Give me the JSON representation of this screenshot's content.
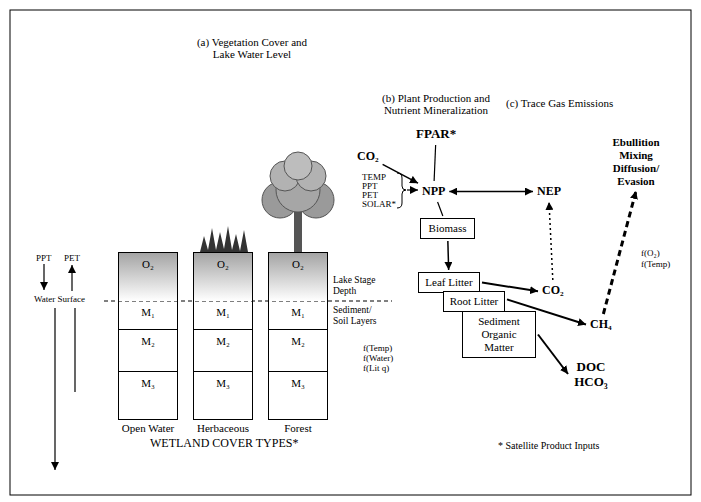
{
  "diagram": {
    "nodes": [
      {
        "text": [
          "Open Water"
        ]
      },
      {
        "text": [
          "O₂"
        ],
        "in": 0
      },
      {
        "text": [
          "M₁"
        ],
        "in": 0
      },
      {
        "text": [
          "M₂"
        ],
        "in": 0
      },
      {
        "text": [
          "M₃"
        ],
        "in": 0
      },
      {
        "text": [
          "Herbaceous"
        ]
      },
      {
        "text": [
          "O₂"
        ],
        "in": 5
      },
      {
        "text": [
          "M₁"
        ],
        "in": 5
      },
      {
        "text": [
          "M₂"
        ],
        "in": 5
      },
      {
        "text": [
          "M₃"
        ],
        "in": 5
      },
      {
        "text": [
          "Forest"
        ]
      },
      {
        "text": [
          "O₂"
        ],
        "in": 10
      },
      {
        "text": [
          "M₁"
        ],
        "in": 10
      },
      {
        "text": [
          "M₂"
        ],
        "in": 10
      },
      {
        "text": [
          "M₃"
        ],
        "in": 10
      },
      {
        "text": [
          "FPAR*"
        ]
      },
      {
        "text": [
          "CO₂"
        ]
      },
      {
        "text": [
          "NPP"
        ]
      },
      {
        "text": [
          "NEP"
        ]
      },
      {
        "text": [
          "Biomass"
        ]
      },
      {
        "text": [
          "Leaf Litter"
        ]
      },
      {
        "text": [
          "Root Litter"
        ]
      },
      {
        "text": [
          "Sediment Organic Matter"
        ]
      },
      {
        "text": [
          "CO₂"
        ]
      },
      {
        "text": [
          "CH₄"
        ]
      },
      {
        "text": [
          "Ebullition Mixing Diffusion/ Evasion"
        ]
      },
      {
        "text": [
          "DOC HCO₃"
        ]
      }
    ],
    "edges": [
      {
        "from": 15,
        "to": 17,
        "arrow": "none"
      },
      {
        "from": 16,
        "to": 17,
        "arrow": "to"
      },
      {
        "from": 17,
        "to": 18,
        "arrow": "both"
      },
      {
        "from": 17,
        "to": 19,
        "arrow": "none"
      },
      {
        "from": 19,
        "to": 20,
        "arrow": "to"
      },
      {
        "from": 20,
        "to": 23,
        "arrow": "to"
      },
      {
        "from": 21,
        "to": 24,
        "arrow": "to"
      },
      {
        "from": 22,
        "to": 26,
        "arrow": "to"
      },
      {
        "from": 23,
        "to": 18,
        "arrow": "to"
      },
      {
        "from": 24,
        "to": 25,
        "arrow": "to"
      }
    ],
    "labels": [
      "(a) Vegetation Cover and Lake Water Level",
      "(b) Plant Production and Nutrient Mineralization",
      "(c) Trace Gas Emissions",
      "TEMP",
      "PPT",
      "PET",
      "SOLAR*",
      "PPT",
      "PET",
      "Water Surface",
      "Lake Stage Depth",
      "Sediment/ Soil Layers",
      "f(Temp)",
      "f(Water)",
      "f(Lit q)",
      "f(O₂)",
      "f(Temp)",
      "WETLAND COVER TYPES*",
      "* Satellite Product Inputs"
    ]
  }
}
